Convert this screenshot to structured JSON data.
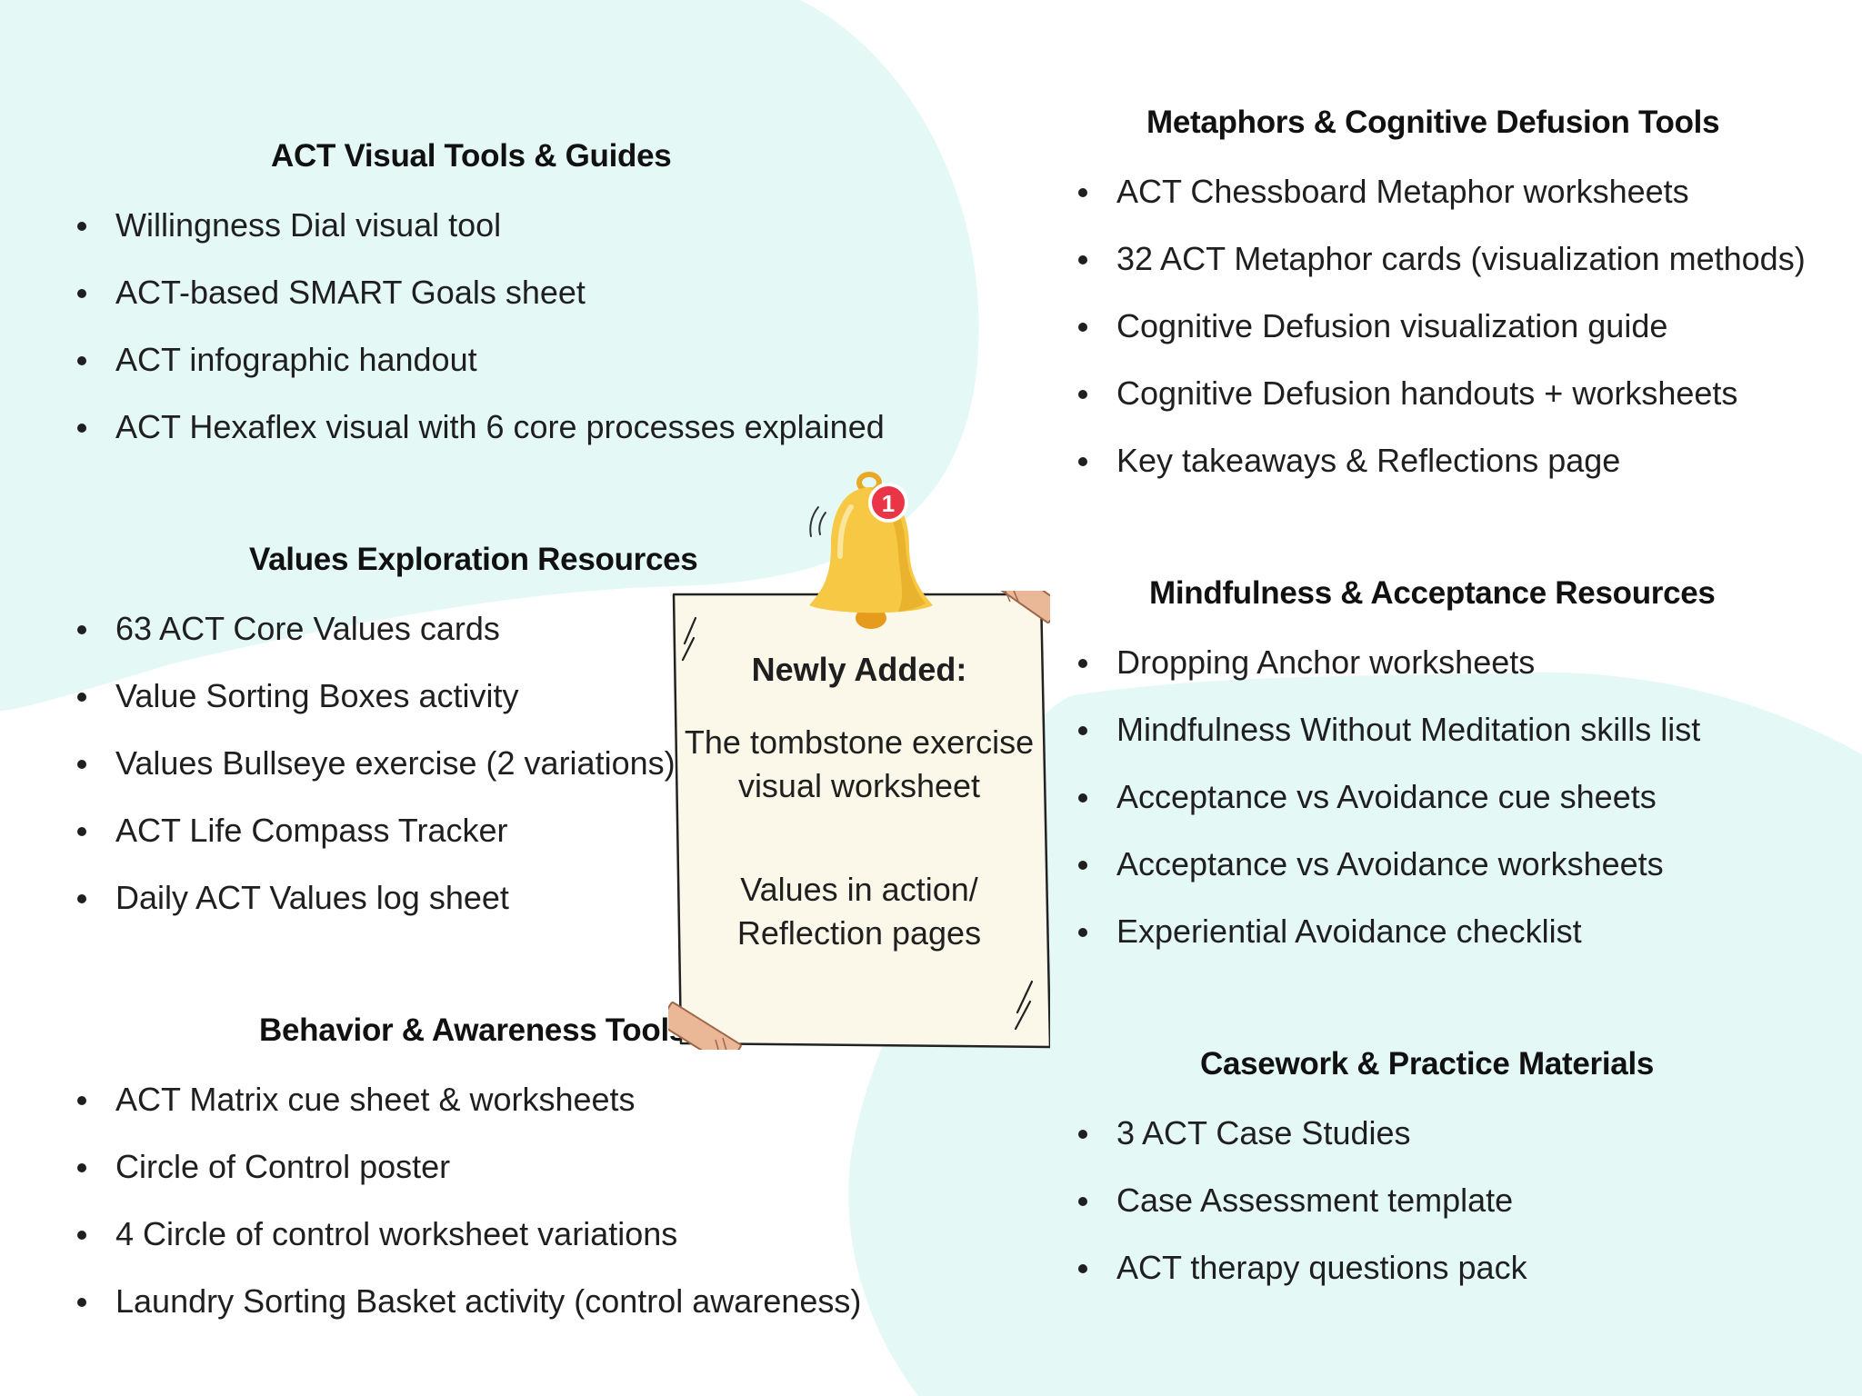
{
  "colors": {
    "background": "#ffffff",
    "blob": "#e4f8f6",
    "note_paper": "#fbf8ea",
    "tape": "#eab896",
    "bell": "#f6c843",
    "badge": "#e93545"
  },
  "sections": {
    "visual_tools": {
      "title": "ACT Visual Tools & Guides",
      "items": [
        "Willingness Dial visual tool",
        "ACT-based SMART Goals sheet",
        "ACT infographic handout",
        "ACT Hexaflex visual with 6 core processes explained"
      ]
    },
    "values": {
      "title": "Values Exploration Resources",
      "items": [
        "63 ACT Core Values cards",
        "Value Sorting Boxes activity",
        "Values Bullseye exercise (2 variations)",
        "ACT Life Compass Tracker",
        "Daily ACT Values log sheet"
      ]
    },
    "behavior": {
      "title": "Behavior & Awareness Tools",
      "items": [
        "ACT Matrix cue sheet & worksheets",
        "Circle of Control poster",
        "4 Circle of control worksheet variations",
        "Laundry Sorting Basket activity (control awareness)"
      ]
    },
    "metaphors": {
      "title": "Metaphors & Cognitive Defusion Tools",
      "items": [
        "ACT Chessboard Metaphor worksheets",
        "32 ACT Metaphor cards (visualization methods)",
        "Cognitive Defusion visualization guide",
        "Cognitive Defusion handouts + worksheets",
        "Key takeaways & Reflections page"
      ]
    },
    "mindfulness": {
      "title": "Mindfulness & Acceptance Resources",
      "items": [
        "Dropping Anchor worksheets",
        "Mindfulness Without Meditation skills list",
        "Acceptance vs Avoidance cue sheets",
        "Acceptance vs Avoidance worksheets",
        "Experiential Avoidance checklist"
      ]
    },
    "casework": {
      "title": "Casework & Practice Materials",
      "items": [
        "3 ACT Case Studies",
        "Case Assessment template",
        "ACT therapy questions pack"
      ]
    }
  },
  "note": {
    "heading": "Newly Added:",
    "item1_line1": "The tombstone exercise",
    "item1_line2": "visual worksheet",
    "item2_line1": "Values in action/",
    "item2_line2": "Reflection pages"
  },
  "bell": {
    "icon": "bell-icon",
    "badge_count": "1"
  }
}
